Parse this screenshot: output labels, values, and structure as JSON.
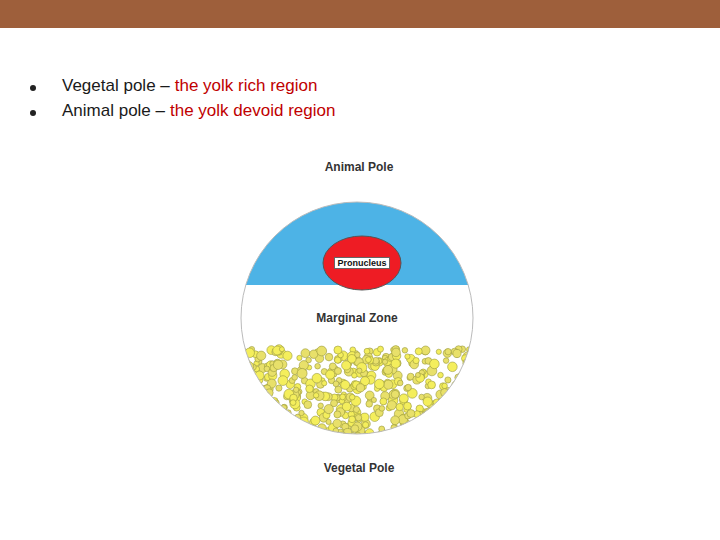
{
  "diagram": {
    "nodes": [
      {
        "text": [
          "Marginal Zone"
        ]
      },
      {
        "text": [
          "Pronucleus"
        ],
        "in": 0
      }
    ],
    "labels": [
      "Vegetal pole –",
      "the yolk rich region",
      "Animal pole –",
      "the yolk devoid region",
      "Animal Pole",
      "Vegetal Pole"
    ]
  }
}
